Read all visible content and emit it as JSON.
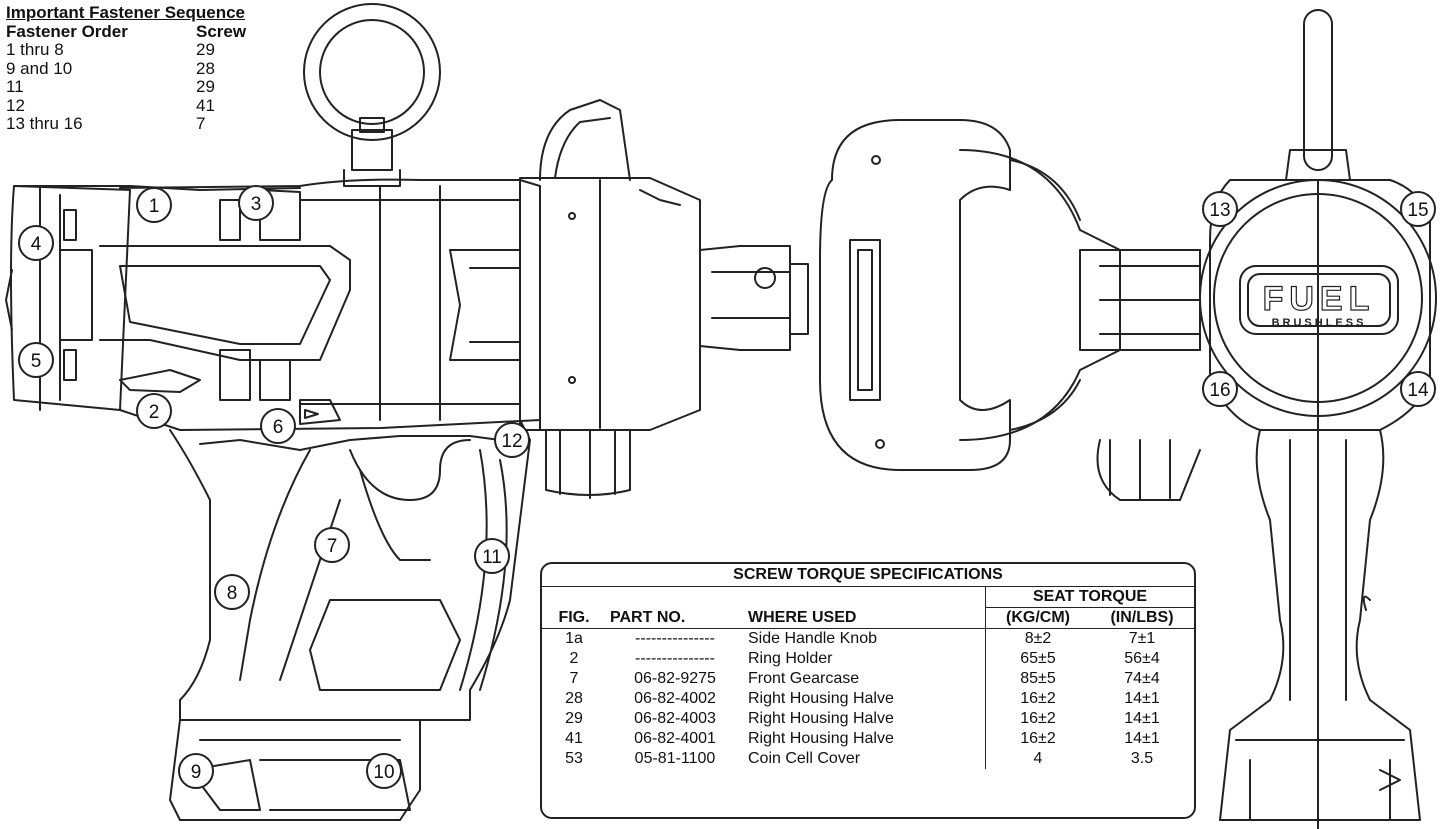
{
  "sequence": {
    "title": "Important Fastener Sequence",
    "headers": [
      "Fastener Order",
      "Screw"
    ],
    "rows": [
      [
        "1 thru 8",
        "29"
      ],
      [
        "9 and 10",
        "28"
      ],
      [
        "11",
        "29"
      ],
      [
        "12",
        "41"
      ],
      [
        "13 thru 16",
        "7"
      ]
    ]
  },
  "torque_table": {
    "title": "SCREW TORQUE SPECIFICATIONS",
    "group_header": "SEAT TORQUE",
    "headers": [
      "FIG.",
      "PART NO.",
      "WHERE USED",
      "(KG/CM)",
      "(IN/LBS)"
    ],
    "rows": [
      [
        "1a",
        "---------------",
        "Side Handle Knob",
        "8±2",
        "7±1"
      ],
      [
        "2",
        "---------------",
        "Ring Holder",
        "65±5",
        "56±4"
      ],
      [
        "7",
        "06-82-9275",
        "Front Gearcase",
        "85±5",
        "74±4"
      ],
      [
        "28",
        "06-82-4002",
        "Right Housing Halve",
        "16±2",
        "14±1"
      ],
      [
        "29",
        "06-82-4003",
        "Right Housing Halve",
        "16±2",
        "14±1"
      ],
      [
        "41",
        "06-82-4001",
        "Right Housing Halve",
        "16±2",
        "14±1"
      ],
      [
        "53",
        "05-81-1100",
        "Coin Cell Cover",
        "4",
        "3.5"
      ]
    ]
  },
  "callouts": [
    "1",
    "2",
    "3",
    "4",
    "5",
    "6",
    "7",
    "8",
    "9",
    "10",
    "11",
    "12",
    "13",
    "14",
    "15",
    "16"
  ],
  "logo": {
    "main": "FUEL",
    "sub": "BRUSHLESS"
  },
  "colors": {
    "line": "#222222",
    "background": "#ffffff"
  }
}
